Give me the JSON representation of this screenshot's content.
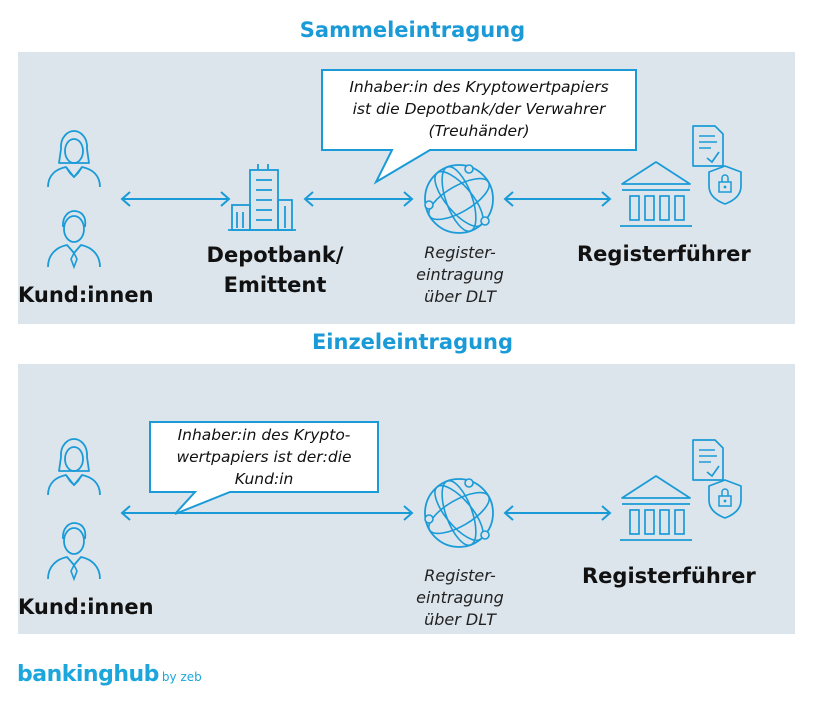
{
  "sections": [
    {
      "title": "Sammeleintragung",
      "customers_label": "Kund:innen",
      "bank_label_line1": "Depotbank/",
      "bank_label_line2": "Emittent",
      "registration_line1": "Register-",
      "registration_line2": "eintragung",
      "registration_line3": "über DLT",
      "registrar_label": "Registerführer",
      "callout_line1": "Inhaber:in des Kryptowertpapiers",
      "callout_line2": "ist die Depotbank/der Verwahrer",
      "callout_line3": "(Treuhänder)"
    },
    {
      "title": "Einzeleintragung",
      "customers_label": "Kund:innen",
      "registration_line1": "Register-",
      "registration_line2": "eintragung",
      "registration_line3": "über DLT",
      "registrar_label": "Registerführer",
      "callout_line1": "Inhaber:in des Krypto-",
      "callout_line2": "wertpapiers ist der:die",
      "callout_line3": "Kund:in"
    }
  ],
  "brand": {
    "name": "bankinghub",
    "suffix": "by zeb"
  },
  "colors": {
    "accent": "#1a9bd7",
    "panel": "#dde5ec",
    "text": "#111111"
  },
  "icons": [
    "woman-icon",
    "man-icon",
    "office-buildings-icon",
    "globe-network-icon",
    "bank-building-icon",
    "document-check-icon",
    "lock-shield-icon",
    "double-arrow-icon"
  ]
}
